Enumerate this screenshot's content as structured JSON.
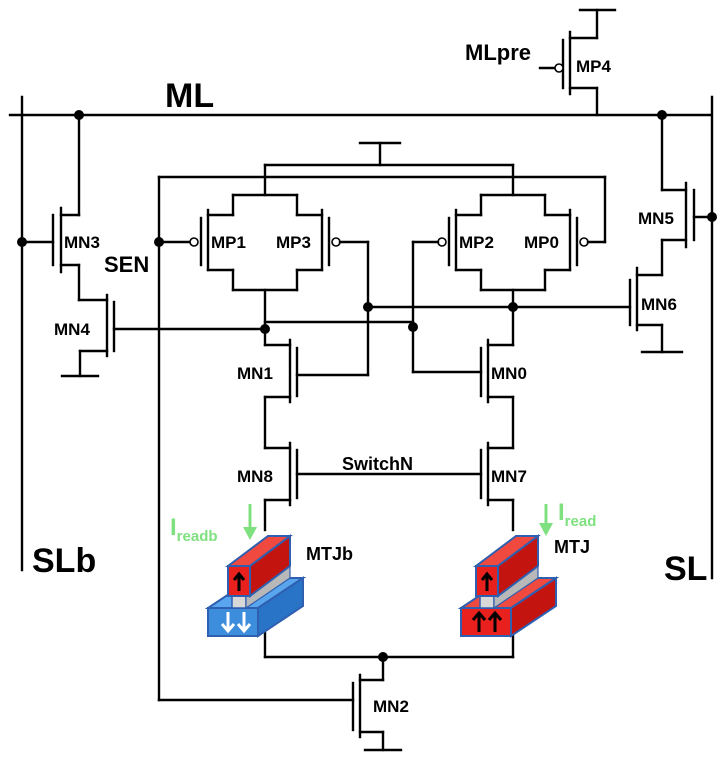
{
  "labels": {
    "ml": "ML",
    "slb": "SLb",
    "sl": "SL",
    "mlpre": "MLpre",
    "sen": "SEN",
    "switchn": "SwitchN",
    "mtjb": "MTJb",
    "mtj": "MTJ",
    "iread_main": "I",
    "iread_sub": "read",
    "ireadb_main": "I",
    "ireadb_sub": "readb"
  },
  "transistors": {
    "mp4": "MP4",
    "mn3": "MN3",
    "mn4": "MN4",
    "mp1": "MP1",
    "mp3": "MP3",
    "mp2": "MP2",
    "mp0": "MP0",
    "mn5": "MN5",
    "mn6": "MN6",
    "mn1": "MN1",
    "mn0": "MN0",
    "mn8": "MN8",
    "mn7": "MN7",
    "mn2": "MN2"
  },
  "colors": {
    "wire": "#000000",
    "mtj_red": "#e8201e",
    "mtj_blue": "#3c8ddc",
    "mtj_border": "#2f5fb0",
    "current_arrow": "#7fe07f"
  }
}
